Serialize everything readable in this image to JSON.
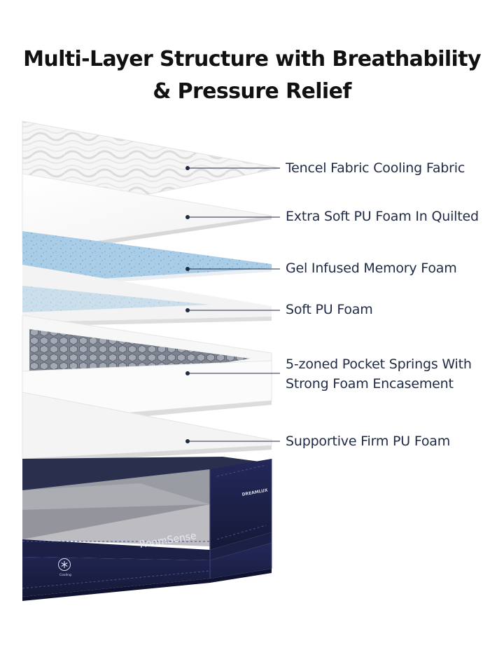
{
  "title": {
    "line1": "Multi-Layer Structure with Breathability",
    "line2": "& Pressure Relief"
  },
  "layers": [
    {
      "label": "Tencel Fabric Cooling Fabric"
    },
    {
      "label": "Extra Soft PU Foam In Quilted"
    },
    {
      "label": "Gel Infused Memory Foam"
    },
    {
      "label": "Soft PU Foam"
    },
    {
      "label": "5-zoned Pocket Springs With",
      "label_line2": "Strong Foam Encasement"
    },
    {
      "label": "Supportive Firm PU Foam"
    }
  ],
  "mattress_base": {
    "brand": "RoomSense",
    "tag": "DREAMLUX",
    "badge_text": "Cooling",
    "badge_icon": "snowflake-icon"
  },
  "colors": {
    "navy": "#1b1f4b",
    "gel_blue": "#a9cde6",
    "callout": "#1f2a44"
  }
}
